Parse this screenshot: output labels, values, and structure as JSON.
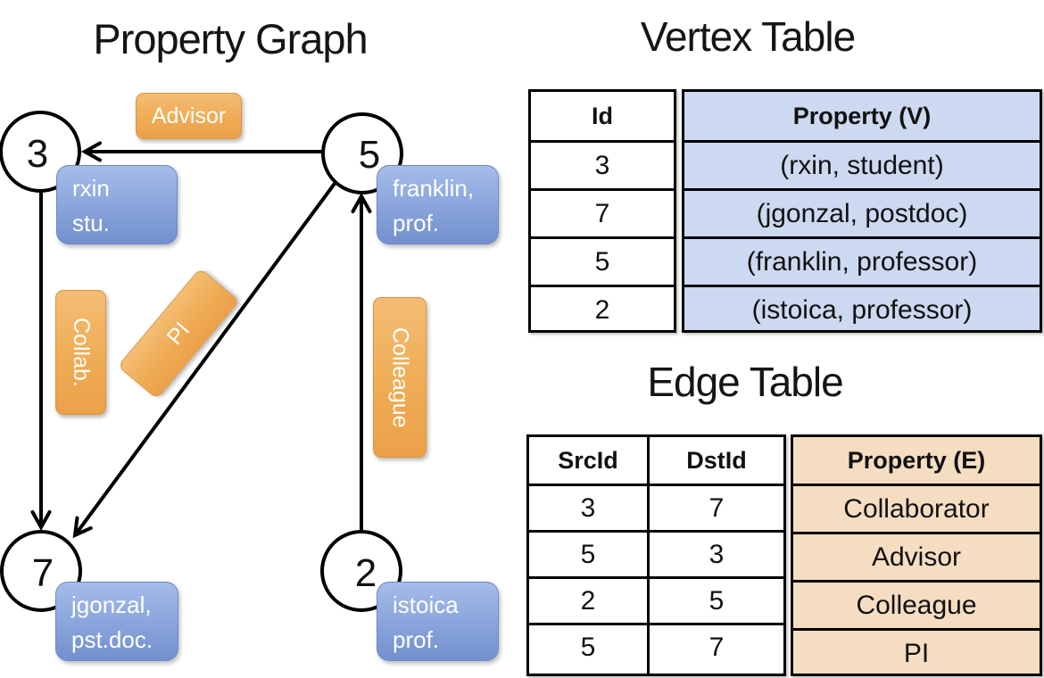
{
  "graph": {
    "title": "Property Graph",
    "nodes": [
      {
        "id": "3",
        "prop1": "rxin",
        "prop2": "stu."
      },
      {
        "id": "5",
        "prop1": "franklin,",
        "prop2": "prof."
      },
      {
        "id": "7",
        "prop1": "jgonzal,",
        "prop2": "pst.doc."
      },
      {
        "id": "2",
        "prop1": "istoica",
        "prop2": "prof."
      }
    ],
    "edge_labels": {
      "advisor": "Advisor",
      "collaborator": "Collab.",
      "pi": "PI",
      "colleague": "Colleague"
    }
  },
  "vertex_table": {
    "title": "Vertex Table",
    "headers": {
      "id": "Id",
      "prop": "Property (V)"
    },
    "rows": [
      {
        "id": "3",
        "prop": "(rxin, student)"
      },
      {
        "id": "7",
        "prop": "(jgonzal, postdoc)"
      },
      {
        "id": "5",
        "prop": "(franklin, professor)"
      },
      {
        "id": "2",
        "prop": "(istoica, professor)"
      }
    ]
  },
  "edge_table": {
    "title": "Edge Table",
    "headers": {
      "src": "SrcId",
      "dst": "DstId",
      "prop": "Property (E)"
    },
    "rows": [
      {
        "src": "3",
        "dst": "7",
        "prop": "Collaborator"
      },
      {
        "src": "5",
        "dst": "3",
        "prop": "Advisor"
      },
      {
        "src": "2",
        "dst": "5",
        "prop": "Colleague"
      },
      {
        "src": "5",
        "dst": "7",
        "prop": "PI"
      }
    ]
  },
  "colors": {
    "edge_label_orange": "#EFAC55",
    "vertex_box_blue": "#8AA6DC",
    "vertex_table_fill": "#CCD9F0",
    "edge_table_fill": "#F5DDC1",
    "line_black": "#000000"
  }
}
